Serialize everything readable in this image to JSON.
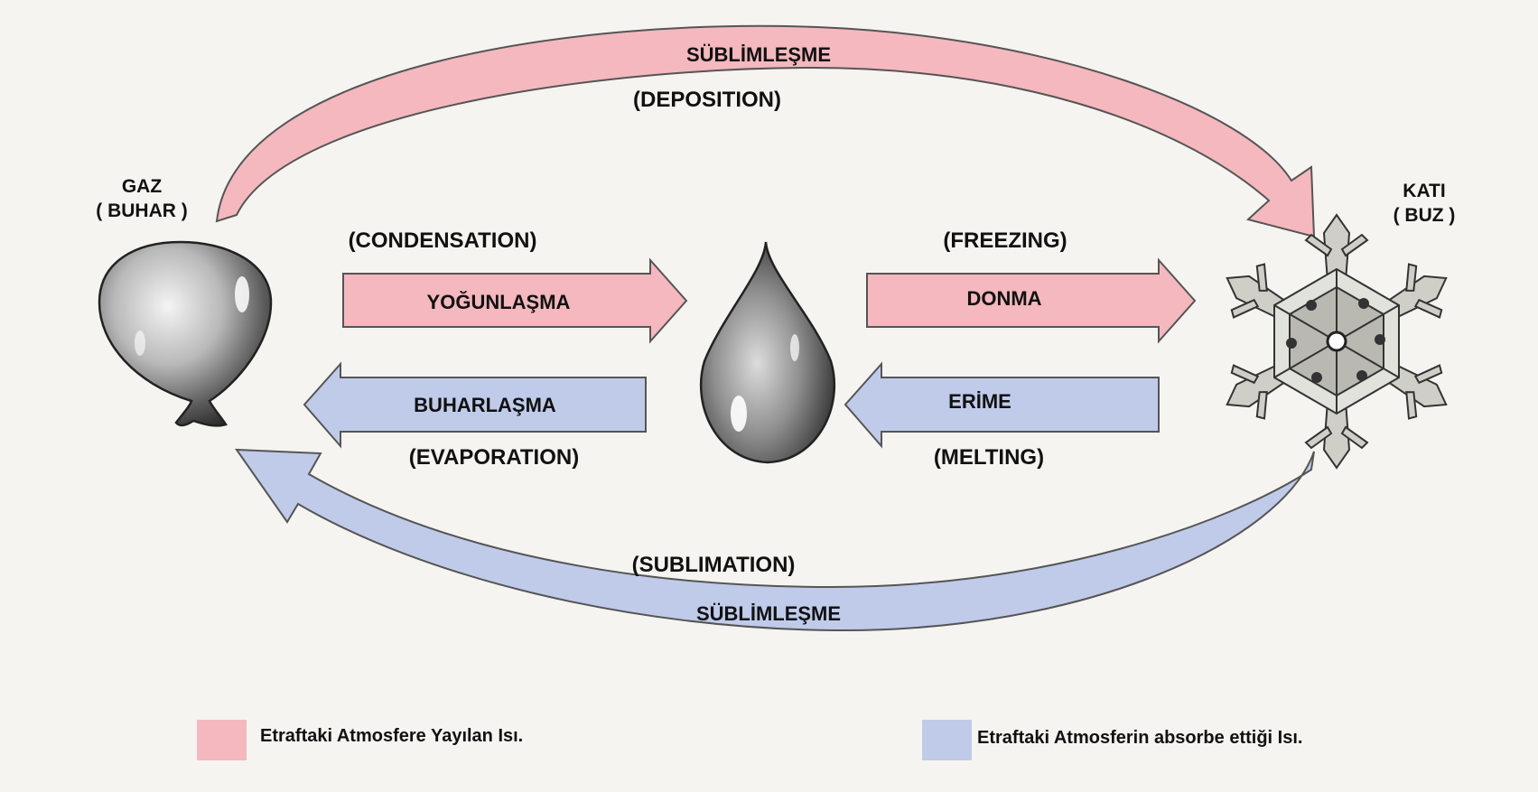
{
  "colors": {
    "release": "#f4b8be",
    "absorb": "#c0cbea",
    "outline": "#555555"
  },
  "states": {
    "gas": {
      "line1": "GAZ",
      "line2": "( BUHAR )"
    },
    "solid": {
      "line1": "KATI",
      "line2": "( BUZ )"
    }
  },
  "arrows": {
    "top": {
      "tr": "SÜBLİMLEŞME",
      "en": "(DEPOSITION)"
    },
    "condensation": {
      "tr": "YOĞUNLAŞMA",
      "en": "(CONDENSATION)"
    },
    "freezing": {
      "tr": "DONMA",
      "en": "(FREEZING)"
    },
    "evaporation": {
      "tr": "BUHARLAŞMA",
      "en": "(EVAPORATION)"
    },
    "melting": {
      "tr": "ERİME",
      "en": "(MELTING)"
    },
    "bottom": {
      "tr": "SÜBLİMLEŞME",
      "en": "(SUBLIMATION)"
    }
  },
  "legend": {
    "release_label": "Etraftaki Atmosfere Yayılan Isı.",
    "absorb_label": "Etraftaki Atmosferin absorbe ettiği Isı."
  }
}
